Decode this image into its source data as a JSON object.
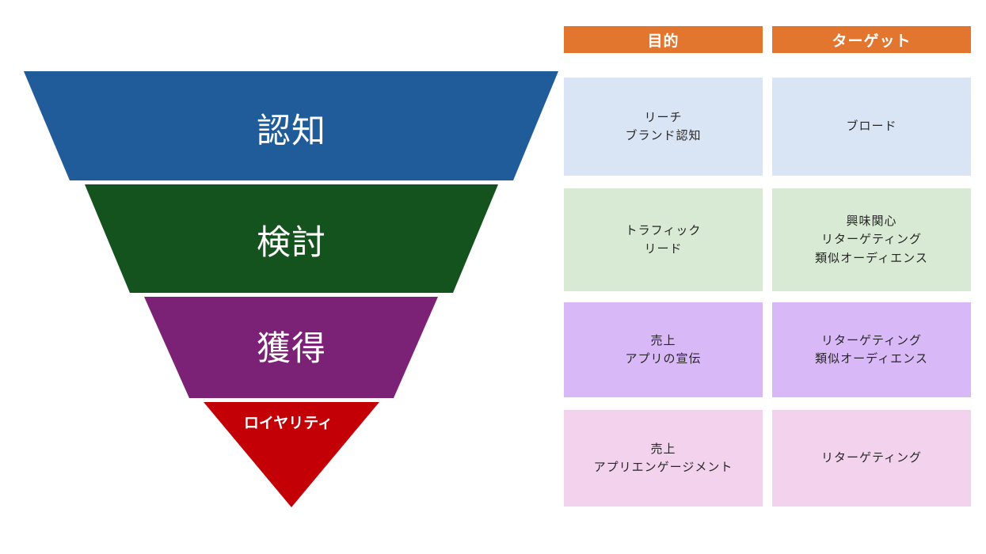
{
  "funnel": {
    "stages": [
      {
        "label": "認知",
        "color": "#1F5C99",
        "text_color": "#FFFFFF",
        "emphasis": "large"
      },
      {
        "label": "検討",
        "color": "#14521E",
        "text_color": "#FFFFFF",
        "emphasis": "large"
      },
      {
        "label": "獲得",
        "color": "#7B2277",
        "text_color": "#FFFFFF",
        "emphasis": "large"
      },
      {
        "label": "ロイヤリティ",
        "color": "#C40007",
        "text_color": "#FFFFFF",
        "emphasis": "small"
      }
    ]
  },
  "table": {
    "headers": {
      "purpose": "目的",
      "target": "ターゲット"
    },
    "header_color": "#E3762F",
    "rows": [
      {
        "stage": "認知",
        "fill": "#D9E4F5",
        "purpose": "リーチ\nブランド認知",
        "target": "ブロード"
      },
      {
        "stage": "検討",
        "fill": "#D8E9D4",
        "purpose": "トラフィック\nリード",
        "target": "興味関心\nリターゲティング\n類似オーディエンス"
      },
      {
        "stage": "獲得",
        "fill": "#D9B8F7",
        "purpose": "売上\nアプリの宣伝",
        "target": "リターゲティング\n類似オーディエンス"
      },
      {
        "stage": "ロイヤリティ",
        "fill": "#F2D2EC",
        "purpose": "売上\nアプリエンゲージメント",
        "target": "リターゲティング"
      }
    ]
  }
}
